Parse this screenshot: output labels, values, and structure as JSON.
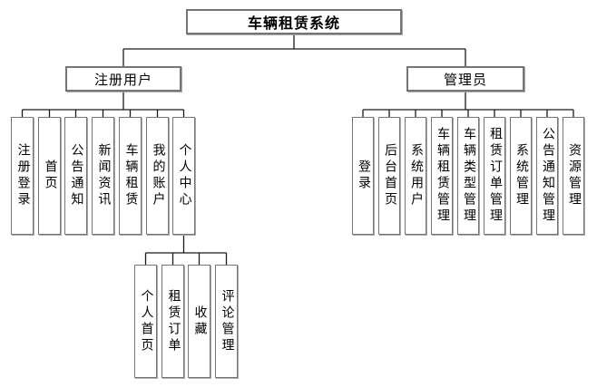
{
  "diagram": {
    "root_label": "车辆租赁系统",
    "branches": [
      {
        "label": "注册用户",
        "children": [
          "注册登录",
          "首页",
          "公告通知",
          "新闻资讯",
          "车辆租赁",
          "我的账户",
          "个人中心"
        ]
      },
      {
        "label": "管理员",
        "children": [
          "登录",
          "后台首页",
          "系统用户",
          "车辆租赁管理",
          "车辆类型管理",
          "租赁订单管理",
          "系统管理",
          "公告通知管理",
          "资源管理"
        ]
      }
    ],
    "personal_center_children": [
      "个人首页",
      "租赁订单",
      "收藏",
      "评论管理"
    ]
  },
  "colors": {
    "background": "#ffffff",
    "box_border": "#757575",
    "connector_line": "#000000",
    "text": "#000000"
  }
}
